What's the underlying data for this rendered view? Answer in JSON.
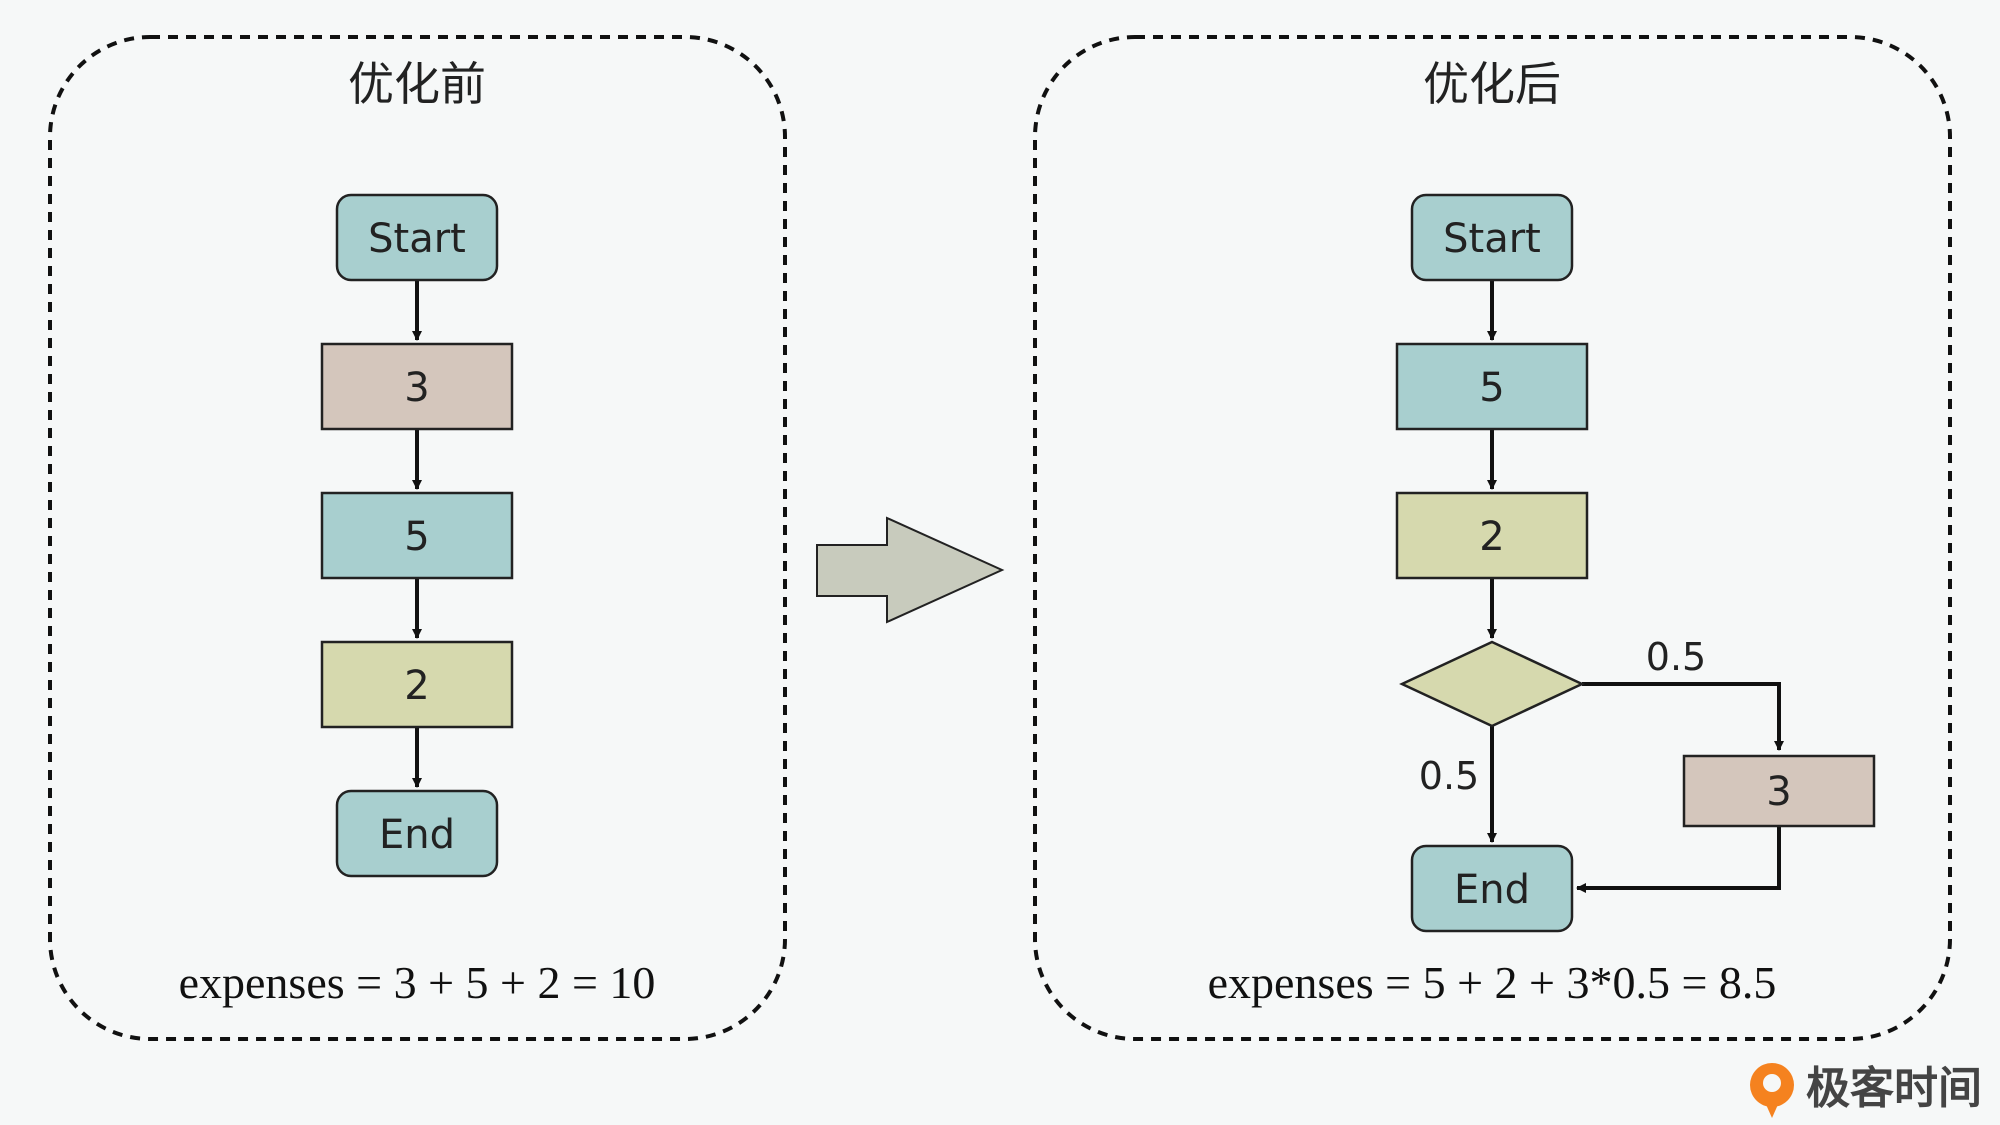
{
  "colors": {
    "background": "#f6f8f8",
    "teal": "#a8cfcf",
    "beige": "#d4c6bc",
    "olive": "#d6d9ae",
    "arrow_fill": "#c8cbbd",
    "brand_orange": "#f5821f"
  },
  "before": {
    "title": "优化前",
    "nodes": {
      "start": "Start",
      "step1": "3",
      "step2": "5",
      "step3": "2",
      "end": "End"
    },
    "formula": "expenses = 3 + 5 + 2 = 10"
  },
  "after": {
    "title": "优化后",
    "nodes": {
      "start": "Start",
      "step1": "5",
      "step2": "2",
      "branch": "3",
      "end": "End"
    },
    "edge_labels": {
      "to_branch": "0.5",
      "to_end": "0.5"
    },
    "formula": "expenses = 5 + 2 + 3*0.5 = 8.5"
  },
  "brand": {
    "name": "极客时间",
    "icon": "geektime-logo-icon"
  }
}
